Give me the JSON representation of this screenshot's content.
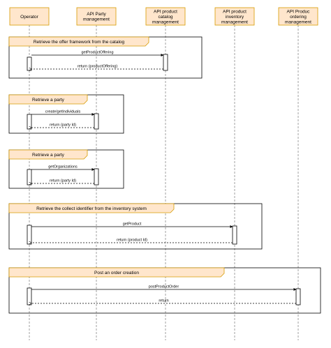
{
  "participants": [
    {
      "id": "operator",
      "lines": [
        "Operator"
      ]
    },
    {
      "id": "party",
      "lines": [
        "API Party",
        "management"
      ]
    },
    {
      "id": "catalog",
      "lines": [
        "API product",
        "catalog",
        "management"
      ]
    },
    {
      "id": "inventory",
      "lines": [
        "API product",
        "inventory",
        "management"
      ]
    },
    {
      "id": "ordering",
      "lines": [
        "API Produc",
        "ordering",
        "management"
      ]
    }
  ],
  "fragments": [
    {
      "label": "Retrieve the offer framework from the catalog",
      "target": "catalog",
      "call": "getProductOffering",
      "reply": "return (productOffering)"
    },
    {
      "label": "Retrieve a party",
      "target": "party",
      "call": "create/getIndividuals",
      "reply": "return (party Id)"
    },
    {
      "label": "Retrieve a party",
      "target": "party",
      "call": "getOrganizations",
      "reply": "return (party Id)"
    },
    {
      "label": "Retrieve the collect identifier from the inventory system",
      "target": "inventory",
      "call": "getProduct",
      "reply": "return (product Id)"
    },
    {
      "label": "Post an order creation",
      "target": "ordering",
      "call": "postProductOrder",
      "reply": "return"
    }
  ]
}
